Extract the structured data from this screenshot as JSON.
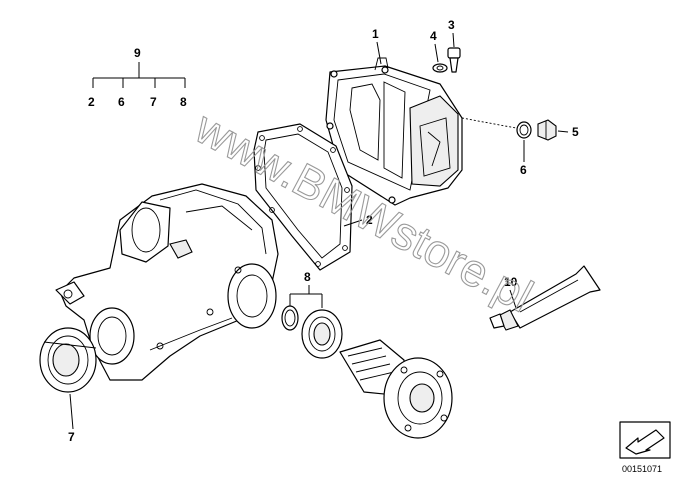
{
  "watermark": "www.BMWstore.pl",
  "document_number": "00151071",
  "callouts": {
    "c1": "1",
    "c2_top": "2",
    "c2_mid": "2",
    "c3": "3",
    "c4": "4",
    "c5": "5",
    "c6_top": "6",
    "c6_right": "6",
    "c7_top": "7",
    "c7_bottom": "7",
    "c8_top": "8",
    "c8_mid": "8",
    "c9": "9",
    "c10": "10"
  },
  "colors": {
    "line": "#000000",
    "watermark": "#9a9a9a",
    "background": "#ffffff"
  },
  "icons": {
    "legend_box": "arrow-direction-icon"
  }
}
